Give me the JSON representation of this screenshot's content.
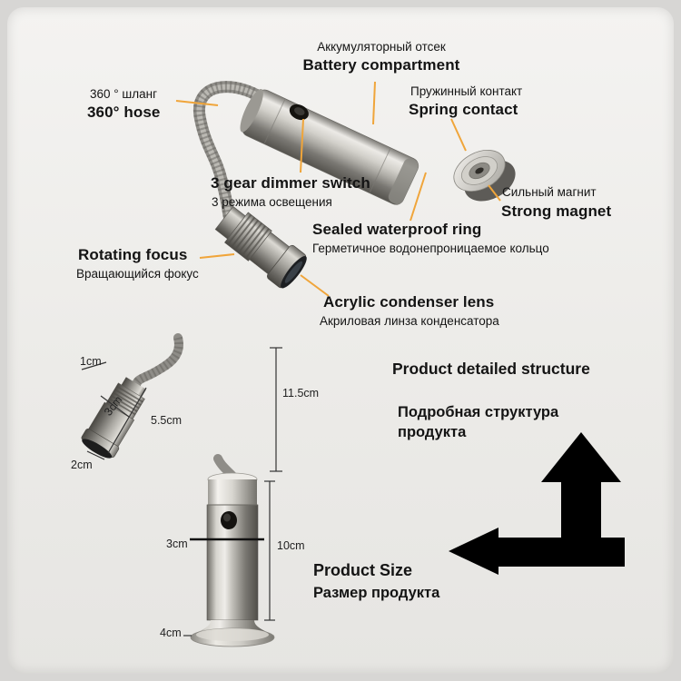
{
  "callouts": {
    "battery": {
      "ru": "Аккумуляторный отсек",
      "en": "Battery compartment"
    },
    "hose": {
      "ru": "360 ° шланг",
      "en": "360° hose"
    },
    "spring": {
      "ru": "Пружинный контакт",
      "en": "Spring contact"
    },
    "dimmer": {
      "en": "3 gear dimmer switch",
      "ru": "3 режима освещения"
    },
    "magnet": {
      "ru": "Сильный магнит",
      "en": "Strong magnet"
    },
    "ring": {
      "en": "Sealed waterproof ring",
      "ru": "Герметичное водонепроницаемое кольцо"
    },
    "focus": {
      "en": "Rotating focus",
      "ru": "Вращающийся фокус"
    },
    "lens": {
      "en": "Acrylic condenser lens",
      "ru": "Акриловая линза конденсатора"
    }
  },
  "dimensions": {
    "tip": "1cm",
    "head_diameter": "3cm",
    "head_length": "5.5cm",
    "lens_face": "2cm",
    "upper_height": "11.5cm",
    "body_diameter": "3cm",
    "body_length": "10cm",
    "base_diameter": "4cm"
  },
  "headings": {
    "structure_en": "Product detailed structure",
    "structure_ru": "Подробная структура продукта",
    "size_en": "Product Size",
    "size_ru": "Размер продукта"
  },
  "colors": {
    "leader_line": "#f0a53a",
    "arrow": "#000000",
    "text": "#141414",
    "background": "#ecebe8"
  }
}
